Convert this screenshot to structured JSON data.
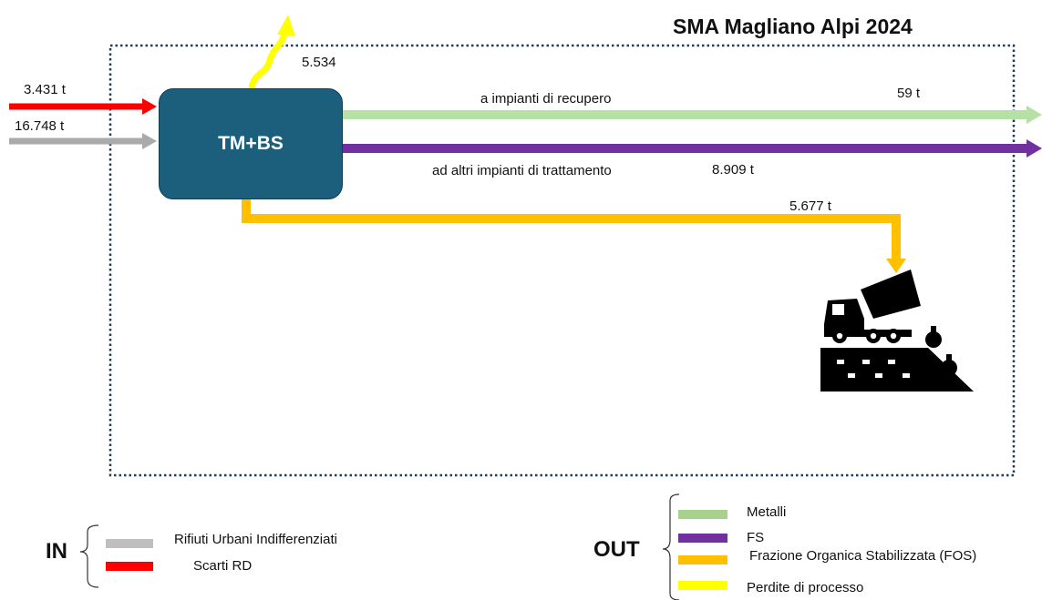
{
  "title": "SMA Magliano Alpi 2024",
  "process": {
    "label": "TM+BS"
  },
  "inputs": [
    {
      "value": "3.431 t",
      "color": "#ff0000"
    },
    {
      "value": "16.748 t",
      "color": "#aaaaaa"
    }
  ],
  "outputs": {
    "losses": {
      "value": "5.534",
      "color": "#ffff00"
    },
    "recovery": {
      "label": "a impianti di recupero",
      "value": "59 t",
      "color": "#b5e0a6"
    },
    "treatment": {
      "label": "ad altri impianti di trattamento",
      "value": "8.909 t",
      "color": "#7030a0"
    },
    "fos": {
      "value": "5.677 t",
      "color": "#ffc000"
    }
  },
  "landfill": {
    "icon": "landfill-truck-icon"
  },
  "legend_in": {
    "heading": "IN",
    "items": [
      {
        "label": "Rifiuti Urbani Indifferenziati",
        "color": "#bfbfbf"
      },
      {
        "label": "Scarti RD",
        "color": "#ff0000"
      }
    ]
  },
  "legend_out": {
    "heading": "OUT",
    "items": [
      {
        "label": "Metalli",
        "color": "#a9d18e"
      },
      {
        "label": "FS",
        "color": "#7030a0"
      },
      {
        "label": "Frazione Organica Stabilizzata (FOS)",
        "color": "#ffc000"
      },
      {
        "label": "Perdite di processo",
        "color": "#ffff00"
      }
    ]
  }
}
